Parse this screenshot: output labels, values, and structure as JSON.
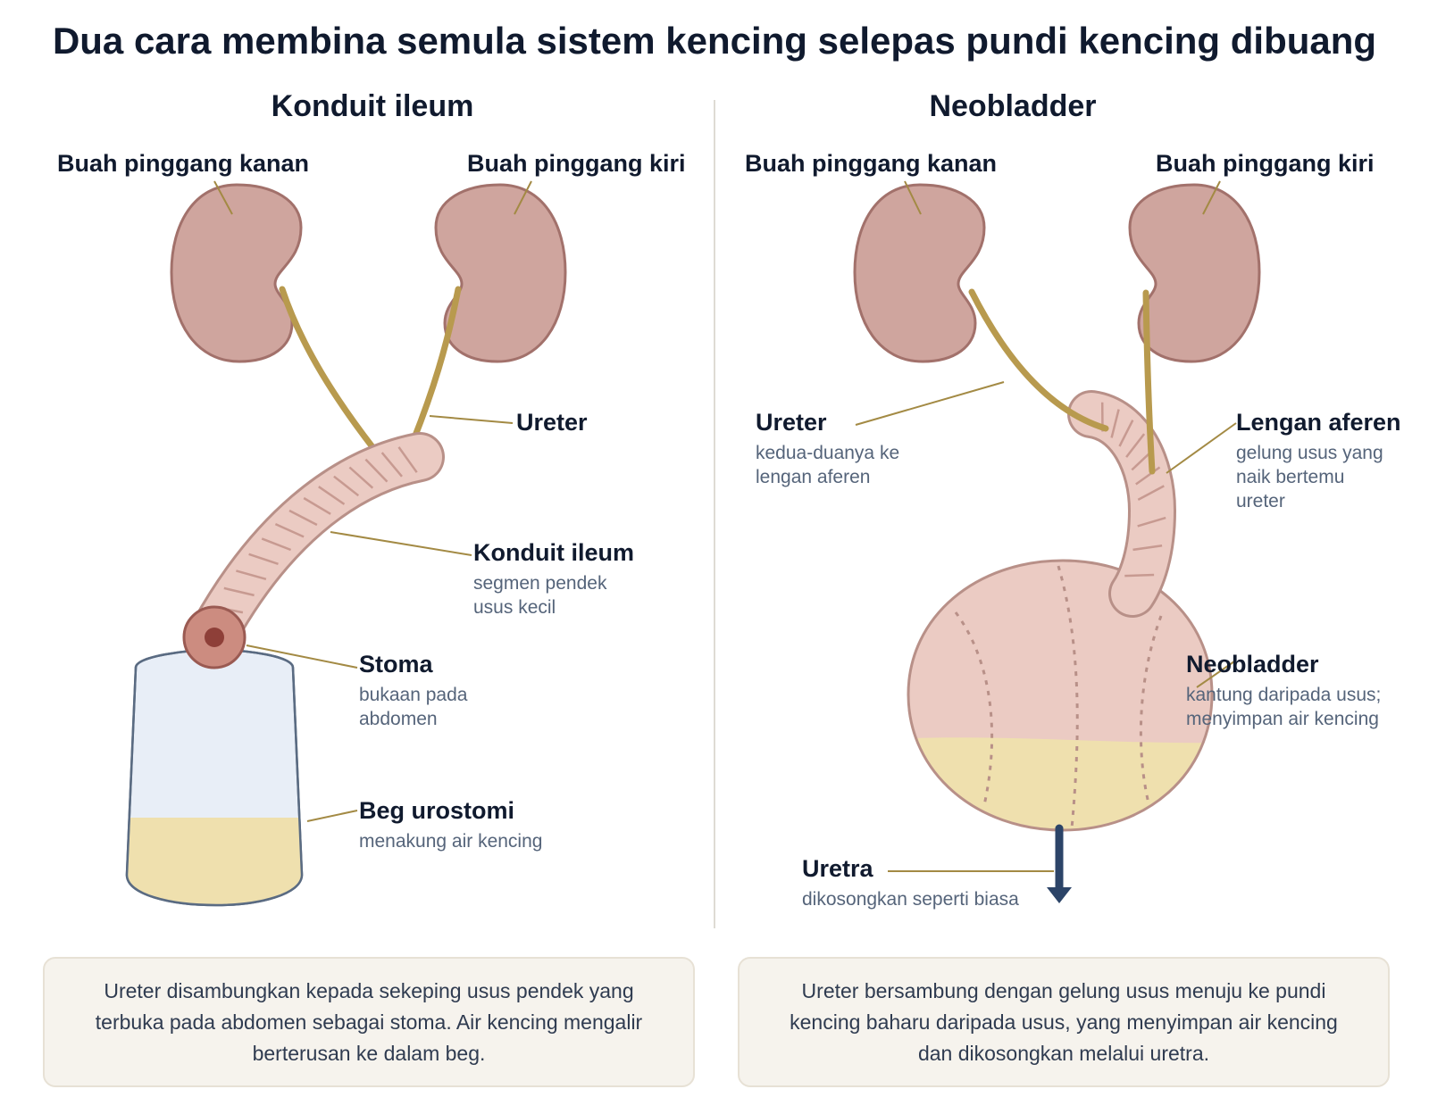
{
  "title": "Dua cara membina semula sistem kencing selepas pundi kencing dibuang",
  "left": {
    "heading": "Konduit ileum",
    "kidney_right": "Buah pinggang kanan",
    "kidney_left": "Buah pinggang kiri",
    "ureter": "Ureter",
    "conduit": {
      "label": "Konduit ileum",
      "desc_line1": "segmen pendek",
      "desc_line2": "usus kecil"
    },
    "stoma": {
      "label": "Stoma",
      "desc_line1": "bukaan pada",
      "desc_line2": "abdomen"
    },
    "bag": {
      "label": "Beg urostomi",
      "desc_line1": "menakung air kencing"
    },
    "caption": "Ureter disambungkan kepada sekeping usus pendek yang terbuka pada abdomen sebagai stoma. Air kencing mengalir berterusan ke dalam beg."
  },
  "right": {
    "heading": "Neobladder",
    "kidney_right": "Buah pinggang kanan",
    "kidney_left": "Buah pinggang kiri",
    "ureter": {
      "label": "Ureter",
      "desc_line1": "kedua-duanya ke",
      "desc_line2": "lengan aferen"
    },
    "afferent": {
      "label": "Lengan aferen",
      "desc_line1": "gelung usus yang",
      "desc_line2": "naik bertemu",
      "desc_line3": "ureter"
    },
    "neobladder": {
      "label": "Neobladder",
      "desc_line1": "kantung daripada usus;",
      "desc_line2": "menyimpan air kencing"
    },
    "urethra": {
      "label": "Uretra",
      "desc_line1": "dikosongkan seperti biasa"
    },
    "caption": "Ureter bersambung dengan gelung usus menuju ke pundi kencing baharu daripada usus, yang menyimpan air kencing dan dikosongkan melalui uretra."
  },
  "colors": {
    "kidney": "#cfa59e",
    "kidney_outline": "#a2716b",
    "ureter": "#b89a4e",
    "bowel": "#ebcbc3",
    "bowel_outline": "#b89088",
    "urine": "#efe0ae",
    "bag": "#e8eef7",
    "bag_outline": "#5a6b82",
    "urethra": "#2c4468",
    "leader": "#a38a44"
  }
}
